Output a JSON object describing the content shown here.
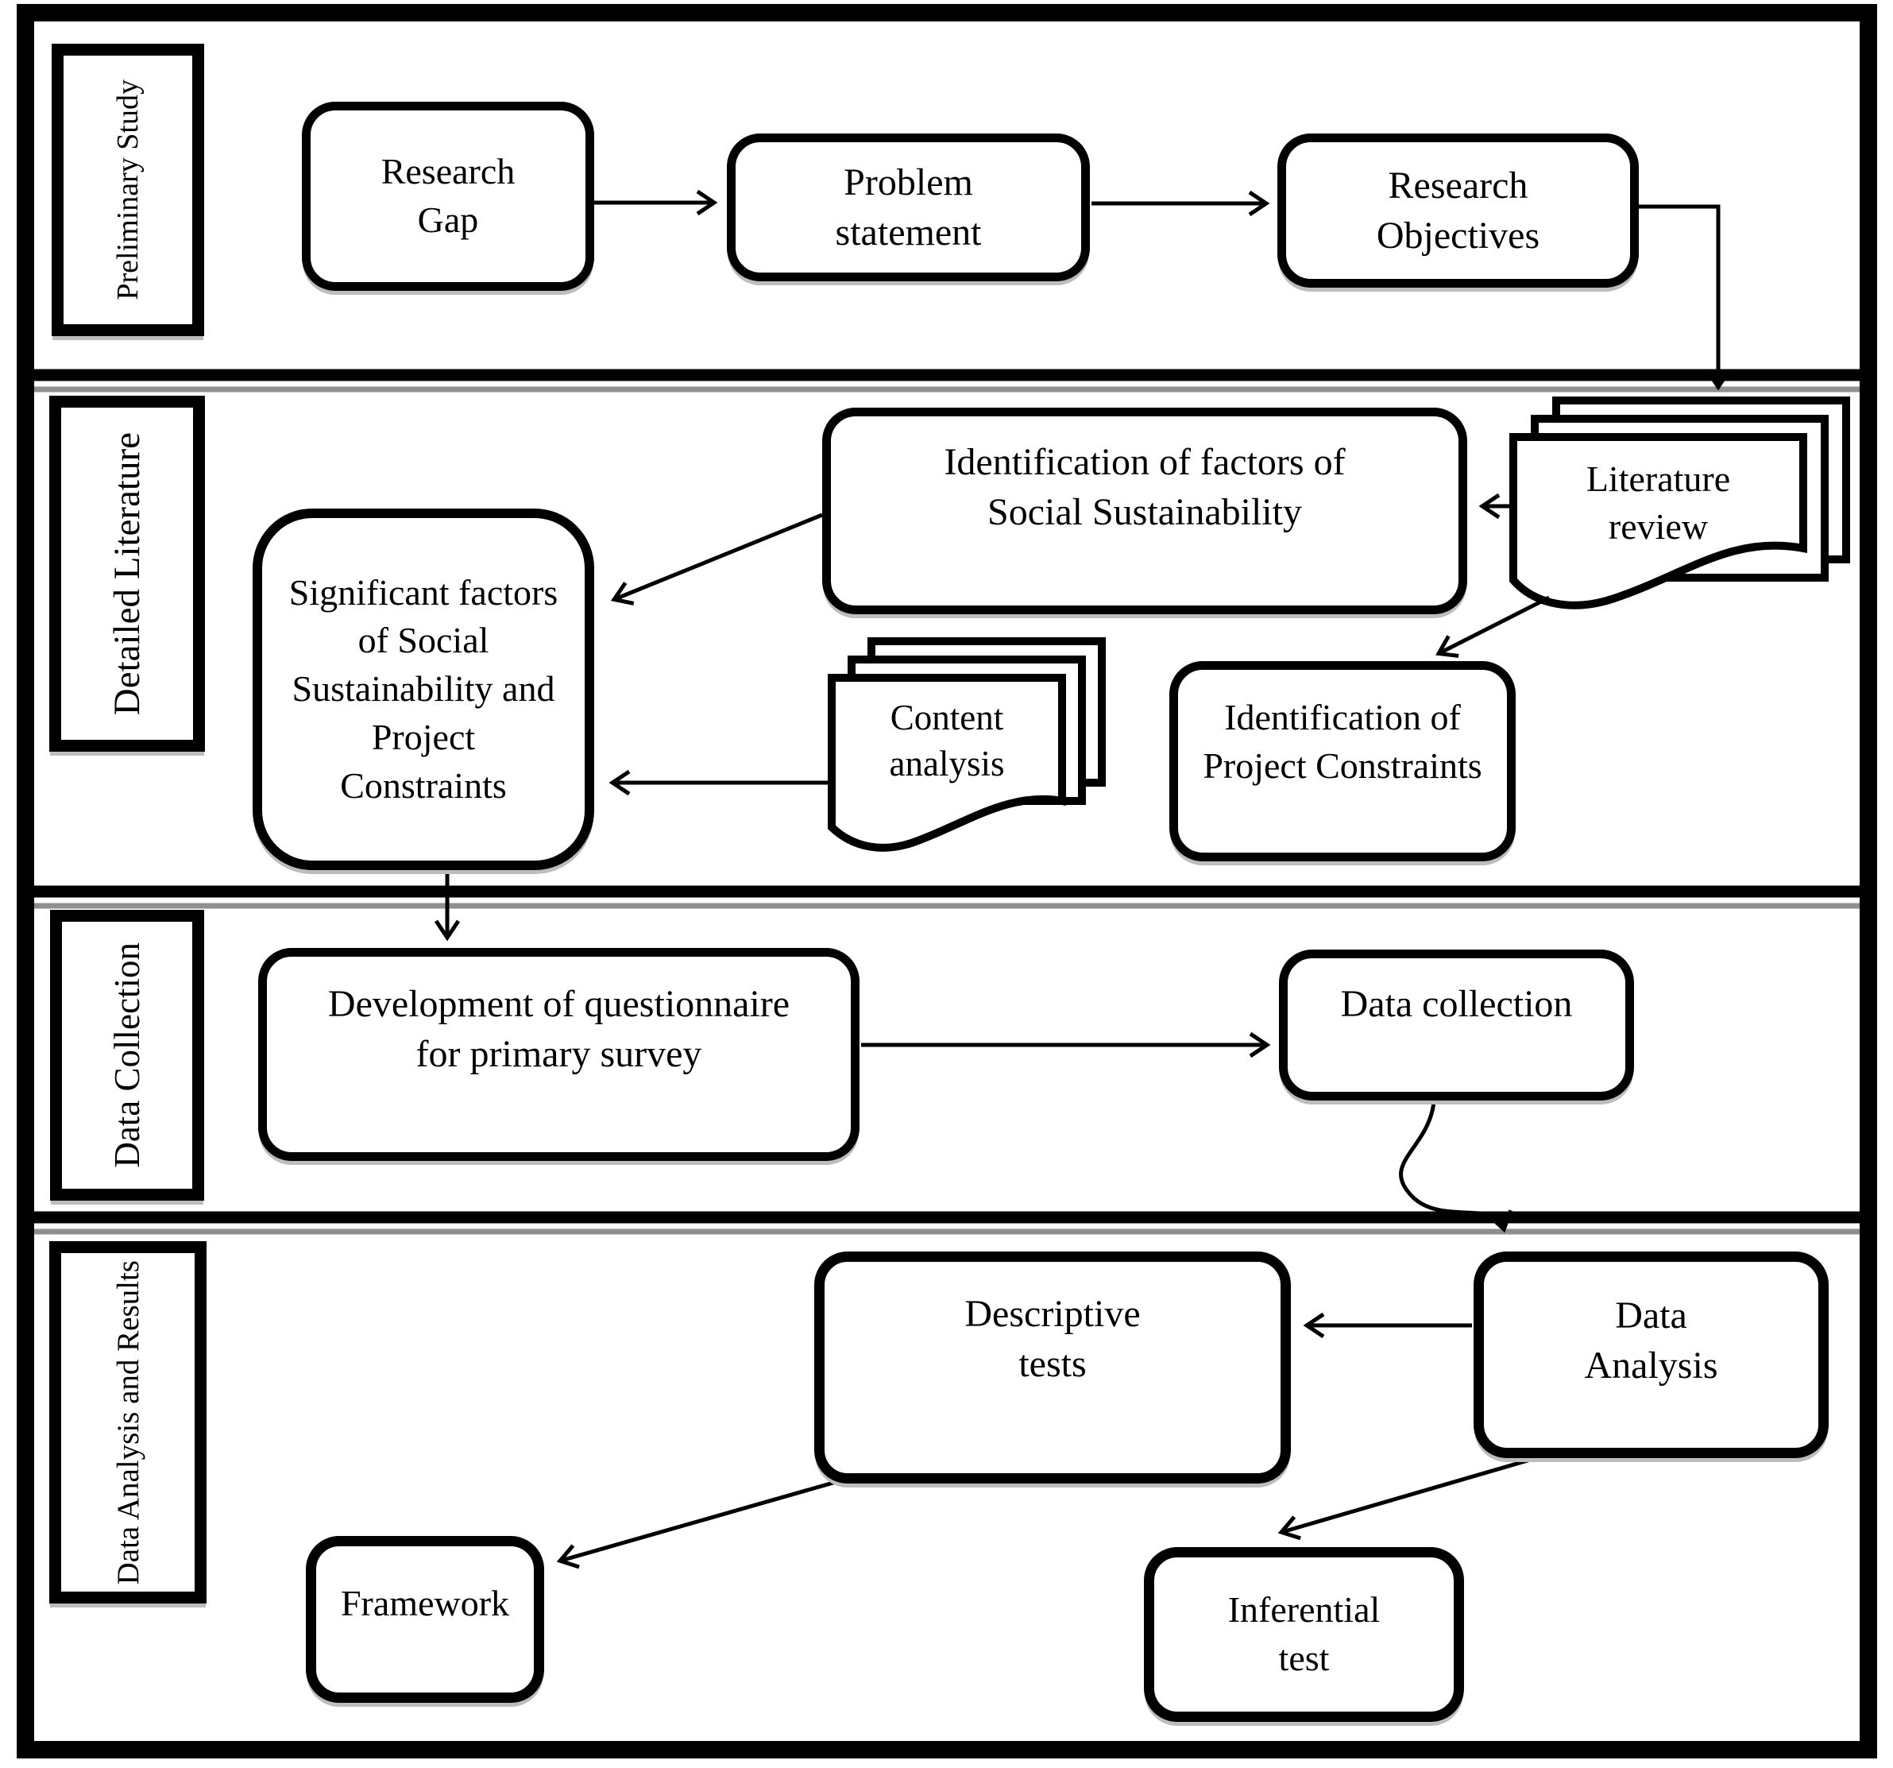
{
  "bands": [
    {
      "label": "Preliminary Study"
    },
    {
      "label": "Detailed Literature"
    },
    {
      "label": "Data Collection"
    },
    {
      "label": "Data Analysis and Results"
    }
  ],
  "nodes": {
    "research_gap": {
      "label": "Research\nGap"
    },
    "problem_statement": {
      "label": "Problem\nstatement"
    },
    "research_objectives": {
      "label": "Research\nObjectives"
    },
    "identification_factors": {
      "label": "Identification of factors of\nSocial Sustainability"
    },
    "significant_factors": {
      "label": "Significant factors\nof Social\nSustainability and\nProject\nConstraints"
    },
    "content_analysis": {
      "label": "Content\nanalysis"
    },
    "identification_constraints": {
      "label": "Identification of\nProject Constraints"
    },
    "literature_review": {
      "label": "Literature\nreview"
    },
    "questionnaire": {
      "label": "Development of questionnaire\nfor primary survey"
    },
    "data_collection": {
      "label": "Data collection"
    },
    "descriptive_tests": {
      "label": "Descriptive\ntests"
    },
    "data_analysis": {
      "label": "Data\nAnalysis"
    },
    "framework": {
      "label": "Framework"
    },
    "inferential_test": {
      "label": "Inferential\ntest"
    }
  },
  "colors": {
    "line": "#000000",
    "fill": "#ffffff",
    "shadow": "#bdbdbd",
    "separator_shadow": "#8f8f8f"
  }
}
